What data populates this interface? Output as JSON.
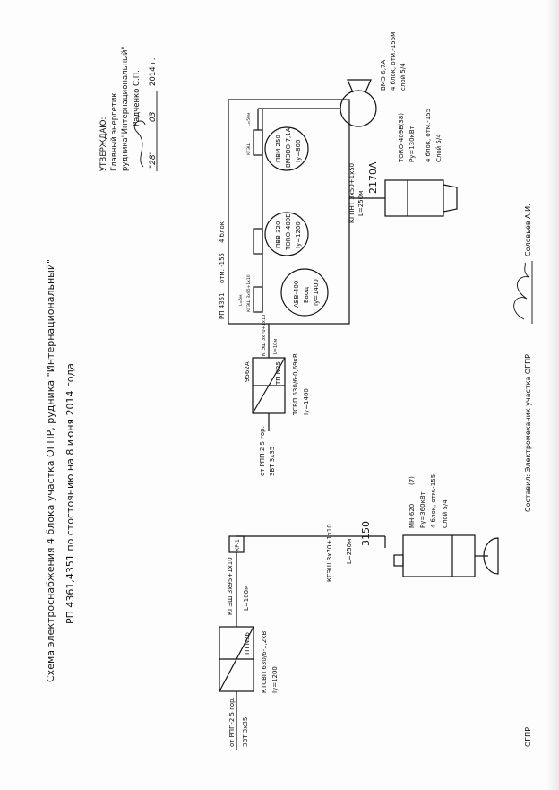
{
  "title": {
    "line1": "Схема электроснабжения 4 блока участка ОГПР, рудника \"Интернациональный\"",
    "line2": "РП 4361,4351 по стостоянию на 8 июня 2014 года"
  },
  "approval": {
    "heading": "УТВЕРЖДАЮ:",
    "position": "Главный энергетик",
    "org": "рудника\"Интернациональный\"",
    "name": "Радченко С.П.",
    "date_day": "\"28\"",
    "date_month": "03",
    "date_year": "2014 г."
  },
  "footer": {
    "left": "ОГПР",
    "composer_label": "Составил: Электромеханик участка ОГПР",
    "composer_name": "Соловьев А.И."
  },
  "tp36": {
    "feed_from": "от РПП-2 5 гор.",
    "feed_cable": "ЗВТ 3х35",
    "name": "ТП N36",
    "model": "КТСВП 630/6-1,2кВ",
    "current": "Iу=1200",
    "out_cable": "КГЭШ 3х95+1х10",
    "out_length": "L=100м",
    "kr": "КР-1"
  },
  "mh620": {
    "tag": "3150",
    "cable": "КГЭШ 3х70+1х10",
    "length": "L=250м",
    "name": "МН-620",
    "index": "(7)",
    "power": "Ру=360кВт",
    "location": "4 блок, отм.-155",
    "layer": "Слой 5/4"
  },
  "tp35": {
    "feed_from": "от РПП-2 5 гор.",
    "feed_cable": "ЗВТ 3х35",
    "tag": "9562А",
    "name": "ТП N35",
    "model": "ТСВП 630/6-0,69кВ",
    "current": "Iу=1400",
    "cable": "КГЭШ 3х70+1х10",
    "length": "L=10м"
  },
  "rp": {
    "title": "РП 4351",
    "mark": "отм. -155",
    "block": "4 блок",
    "breakers": [
      {
        "l1": "АВВ-400",
        "l2": "Ввод",
        "l3": "Iу=1400",
        "cable": "КГЭШ 3х95+1х10",
        "length": "L=5м"
      },
      {
        "l1": "ПВВ 320",
        "l2": "TORO-409Е",
        "l3": "Iу=1200",
        "cable": "",
        "length": ""
      },
      {
        "l1": "ПВИ 250",
        "l2": "ВМЭВО-7,1А",
        "l3": "Iу=800",
        "cable": "КГЭШ",
        "length": "L=50м"
      }
    ]
  },
  "toro": {
    "tag": "2170А",
    "cable": "КГПНТ 3х50+1х50",
    "length": "L=250м",
    "name": "TORO-409Е(38)",
    "power": "Ру=130кВт",
    "location": "4 блок, отм.-155",
    "layer": "Слой 5/4"
  },
  "fan": {
    "name": "ВМЭ-6,7А",
    "location": "4 блок, отм.-155м",
    "layer": "слой 5/4"
  }
}
